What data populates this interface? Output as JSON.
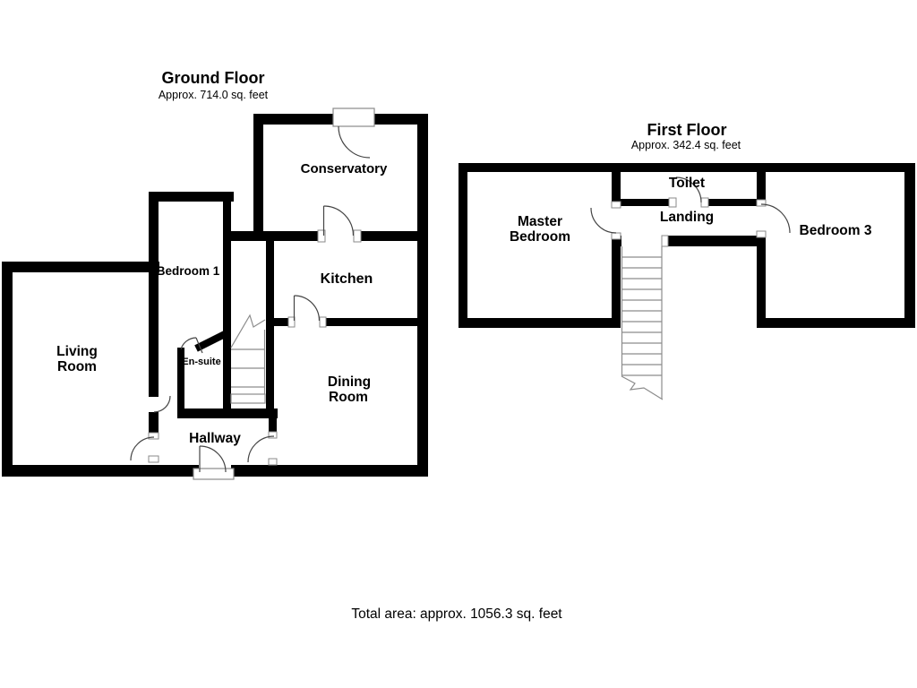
{
  "ground_floor": {
    "title": "Ground Floor",
    "area_label": "Approx. 714.0 sq. feet",
    "rooms": {
      "conservatory": "Conservatory",
      "kitchen": "Kitchen",
      "bedroom1": "Bedroom 1",
      "living_line1": "Living",
      "living_line2": "Room",
      "ensuite": "En-suite",
      "dining_line1": "Dining",
      "dining_line2": "Room",
      "hallway": "Hallway"
    }
  },
  "first_floor": {
    "title": "First Floor",
    "area_label": "Approx. 342.4 sq. feet",
    "rooms": {
      "master_line1": "Master",
      "master_line2": "Bedroom",
      "toilet": "Toilet",
      "landing": "Landing",
      "bedroom3": "Bedroom 3"
    }
  },
  "footer": {
    "total_area": "Total area: approx. 1056.3 sq. feet"
  },
  "colors": {
    "wall": "#000000",
    "background": "#ffffff",
    "door_line": "#444444",
    "stair_line": "#8c8c8c"
  }
}
